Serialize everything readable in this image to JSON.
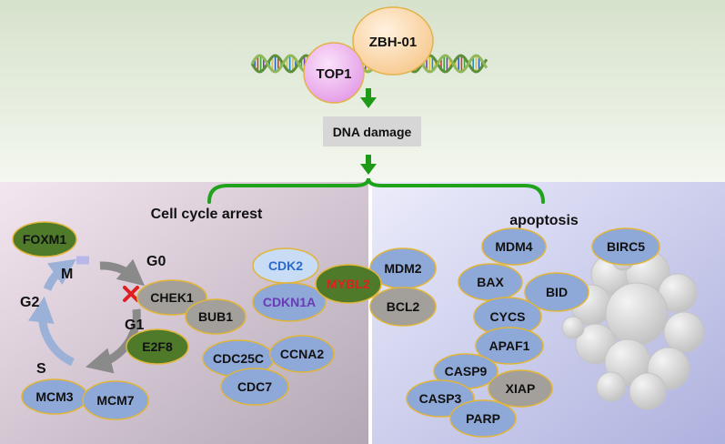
{
  "top": {
    "drug": "ZBH-01",
    "target": "TOP1",
    "damage": "DNA damage"
  },
  "panels": {
    "left_title": "Cell cycle arrest",
    "right_title": "apoptosis"
  },
  "cycle": {
    "phases": [
      "G0",
      "M",
      "G2",
      "G1",
      "S"
    ]
  },
  "colors": {
    "dark_green": "#4e7a2a",
    "gray": "#a3a09b",
    "blue": "#8ea8d8",
    "light_blue": "#c9dcf5",
    "outline": "#e0b53a",
    "arrow_green": "#1e9a16",
    "inhibit": "#e02020"
  },
  "nodes": {
    "FOXM1": "FOXM1",
    "CHEK1": "CHEK1",
    "BUB1": "BUB1",
    "E2F8": "E2F8",
    "CDK2": "CDK2",
    "CDKN1A": "CDKN1A",
    "MYBL2": "MYBL2",
    "CDC25C": "CDC25C",
    "CCNA2": "CCNA2",
    "CDC7": "CDC7",
    "MCM3": "MCM3",
    "MCM7": "MCM7",
    "MDM2": "MDM2",
    "BCL2": "BCL2",
    "MDM4": "MDM4",
    "BIRC5": "BIRC5",
    "BAX": "BAX",
    "BID": "BID",
    "CYCS": "CYCS",
    "APAF1": "APAF1",
    "CASP9": "CASP9",
    "CASP3": "CASP3",
    "XIAP": "XIAP",
    "PARP": "PARP"
  }
}
